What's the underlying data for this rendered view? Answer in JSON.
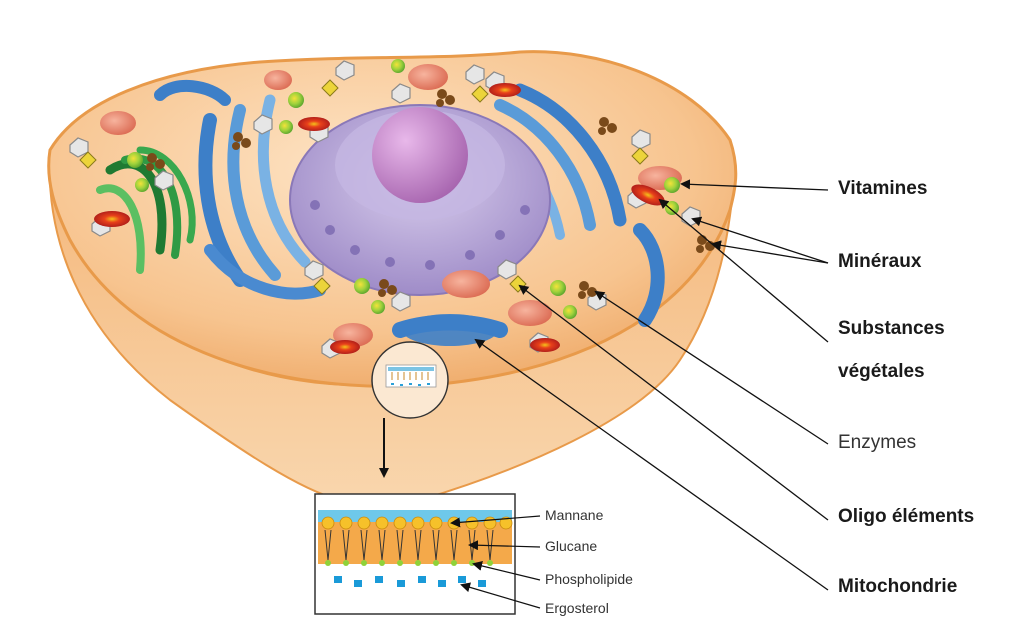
{
  "labels": {
    "vitamines": "Vitamines",
    "mineraux": "Minéraux",
    "substances_1": "Substances",
    "substances_2": "végétales",
    "enzymes": "Enzymes",
    "oligo": "Oligo éléments",
    "mitochondrie": "Mitochondrie"
  },
  "inset_labels": {
    "mannane": "Mannane",
    "glucane": "Glucane",
    "phospholipide": "Phospholipide",
    "ergosterol": "Ergosterol"
  },
  "colors": {
    "cytoplasm": "#f6c08a",
    "cell_edge": "#e89a4a",
    "nucleus": "#b7a6d8",
    "nucleolus": "#c98ad0",
    "er": "#5a9bd8",
    "golgi": "#3a9a4a",
    "mito": "#e8806a",
    "vitamin": "#8cc83c",
    "mineral": "#d8d8d8",
    "enzyme": "#7a4a1a",
    "oligo": "#e8d23a",
    "plant": "#c0201e"
  }
}
